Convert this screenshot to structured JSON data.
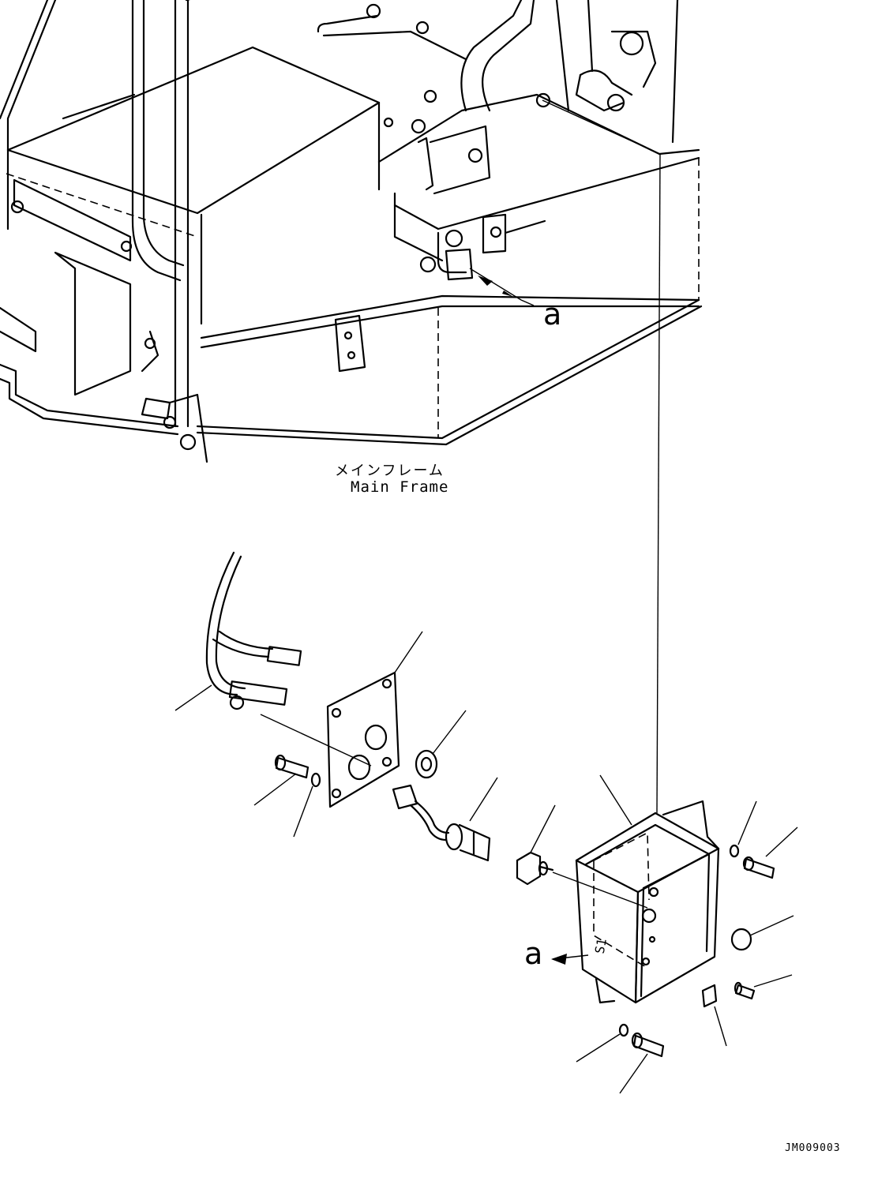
{
  "labels": {
    "main_frame_jp": "メインフレーム",
    "main_frame_en": "Main Frame",
    "arrow_ref_top": "a",
    "arrow_ref_bottom": "a",
    "drawing_code": "JM009003"
  }
}
